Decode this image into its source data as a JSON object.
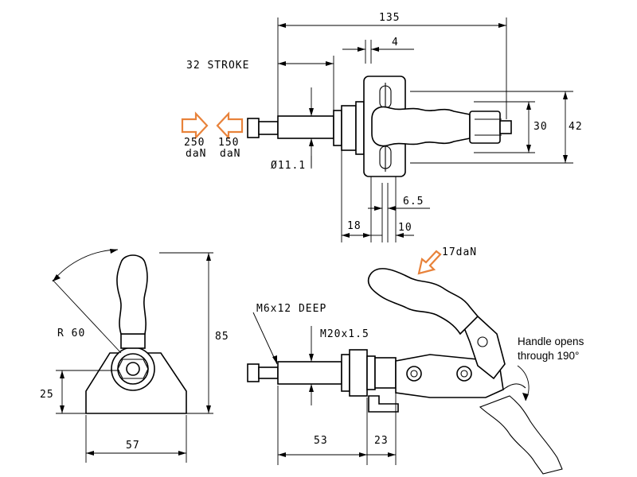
{
  "colors": {
    "line": "#000000",
    "force_arrow": "#e8823a",
    "background": "#ffffff"
  },
  "dimensions": {
    "overall_length": "135",
    "gap_top": "4",
    "stroke": "32 STROKE",
    "inner_height": "30",
    "outer_height": "42",
    "plunger_diameter": "Ø11.1",
    "base_offset": "18",
    "bolt_spacing": "6.5",
    "flange_width": "10",
    "radius": "R 60",
    "height_total": "85",
    "base_height": "25",
    "base_width": "57",
    "thread_spec": "M6x12 DEEP",
    "mount_thread": "M20x1.5",
    "plunger_length": "53",
    "body_length": "23"
  },
  "forces": {
    "push_force_value": "250",
    "push_force_unit": "daN",
    "pull_force_value": "150",
    "pull_force_unit": "daN",
    "handle_force": "17daN"
  },
  "notes": {
    "handle_line1": "Handle opens",
    "handle_line2": "through 190°"
  }
}
